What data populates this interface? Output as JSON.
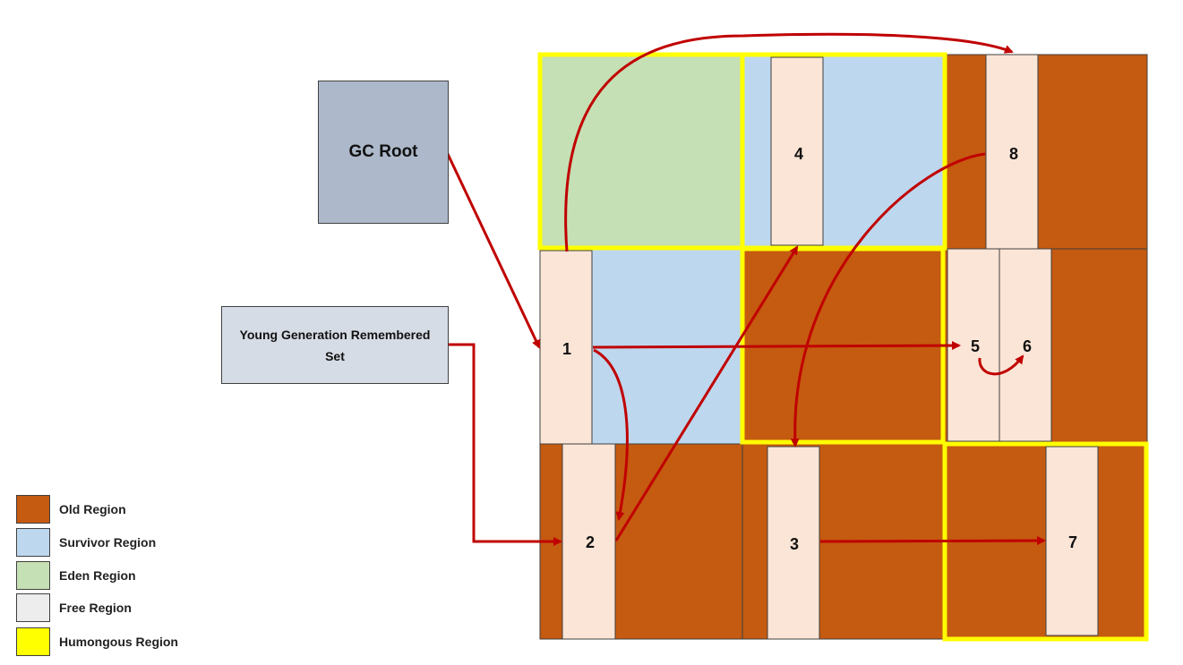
{
  "colors": {
    "old": "#c55a11",
    "survivor": "#bdd7ee",
    "eden": "#c5e0b4",
    "free": "#ededed",
    "humongous": "#ffff00",
    "object": "#fbe5d6",
    "arrow": "#c00000",
    "gc_root": "#adb9ca",
    "remembered_set": "#d6dce5"
  },
  "nodes": {
    "gc_root": "GC Root",
    "remembered_set": "Young Generation Remembered Set"
  },
  "objects": [
    "1",
    "2",
    "3",
    "4",
    "5",
    "6",
    "7",
    "8"
  ],
  "legend": [
    {
      "label": "Old Region",
      "color": "#c55a11"
    },
    {
      "label": "Survivor Region",
      "color": "#bdd7ee"
    },
    {
      "label": "Eden Region",
      "color": "#c5e0b4"
    },
    {
      "label": "Free Region",
      "color": "#ededed"
    },
    {
      "label": "Humongous Region",
      "color": "#ffff00"
    }
  ]
}
